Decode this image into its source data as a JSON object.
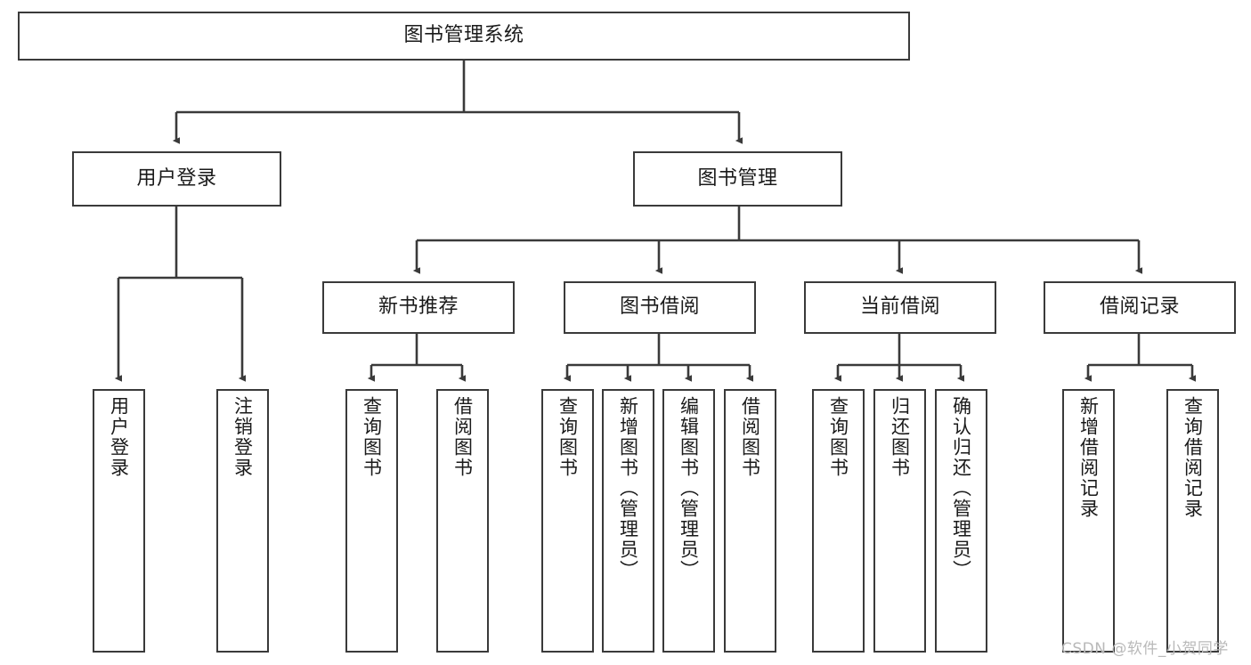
{
  "diagram": {
    "title": "图书管理系统",
    "watermark": "CSDN @软件_小贺同学",
    "colors": {
      "node_border": "#3a3a3a",
      "node_fill": "#ffffff",
      "edge": "#3a3a3a",
      "text": "#1a1a1a",
      "watermark": "#b9b9b9",
      "background": "#ffffff"
    },
    "nodes": {
      "root": {
        "label": "图书管理系统"
      },
      "level1": [
        {
          "id": "user-login",
          "label": "用户登录"
        },
        {
          "id": "book-manage",
          "label": "图书管理"
        }
      ],
      "level2": [
        {
          "id": "new-book-recommend",
          "label": "新书推荐"
        },
        {
          "id": "book-borrow",
          "label": "图书借阅"
        },
        {
          "id": "current-borrow",
          "label": "当前借阅"
        },
        {
          "id": "borrow-record",
          "label": "借阅记录"
        }
      ],
      "leaves": {
        "user_login": [
          {
            "id": "leaf-user-login",
            "label": "用户登录"
          },
          {
            "id": "leaf-logout-login",
            "label": "注销登录"
          }
        ],
        "new_book_recommend": [
          {
            "id": "leaf-query-book-1",
            "label": "查询图书"
          },
          {
            "id": "leaf-borrow-book-1",
            "label": "借阅图书"
          }
        ],
        "book_borrow": [
          {
            "id": "leaf-query-book-2",
            "label": "查询图书"
          },
          {
            "id": "leaf-add-book",
            "label": "新增图书（管理员）"
          },
          {
            "id": "leaf-edit-book",
            "label": "编辑图书（管理员）"
          },
          {
            "id": "leaf-borrow-book-2",
            "label": "借阅图书"
          }
        ],
        "current_borrow": [
          {
            "id": "leaf-query-book-3",
            "label": "查询图书"
          },
          {
            "id": "leaf-return-book",
            "label": "归还图书"
          },
          {
            "id": "leaf-confirm-return",
            "label": "确认归还（管理员）"
          }
        ],
        "borrow_record": [
          {
            "id": "leaf-add-record",
            "label": "新增借阅记录"
          },
          {
            "id": "leaf-query-record",
            "label": "查询借阅记录"
          }
        ]
      }
    }
  }
}
